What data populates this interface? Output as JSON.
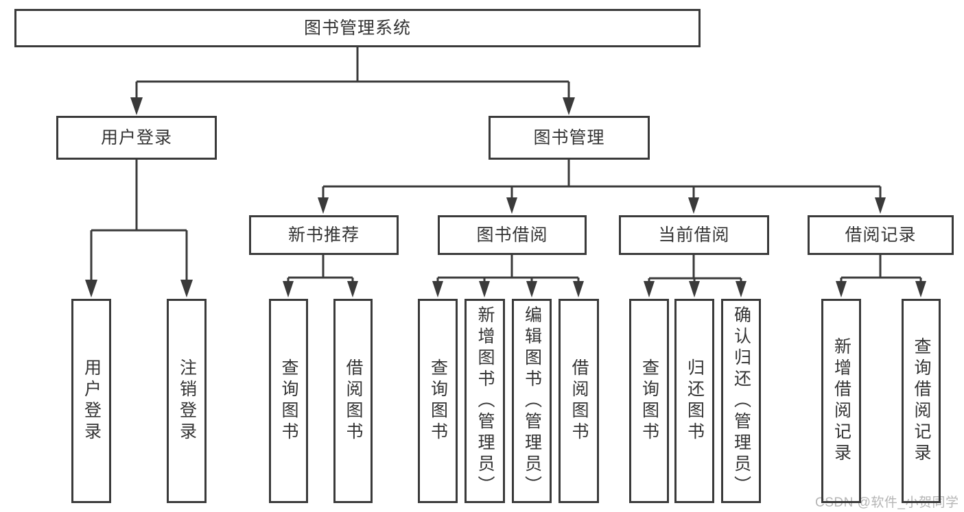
{
  "diagram": {
    "type": "tree",
    "colors": {
      "line": "#3a3a3a",
      "box_border": "#3a3a3a",
      "text": "#333333",
      "background": "#ffffff",
      "watermark_text": "#b5b5b5"
    }
  },
  "tree": {
    "label": "图书管理系统",
    "children": [
      {
        "label": "用户登录",
        "children": [
          {
            "label": "用户登录"
          },
          {
            "label": "注销登录"
          }
        ]
      },
      {
        "label": "图书管理",
        "children": [
          {
            "label": "新书推荐",
            "children": [
              {
                "label": "查询图书"
              },
              {
                "label": "借阅图书"
              }
            ]
          },
          {
            "label": "图书借阅",
            "children": [
              {
                "label": "查询图书"
              },
              {
                "label": "新增图书（管理员）"
              },
              {
                "label": "编辑图书（管理员）"
              },
              {
                "label": "借阅图书"
              }
            ]
          },
          {
            "label": "当前借阅",
            "children": [
              {
                "label": "查询图书"
              },
              {
                "label": "归还图书"
              },
              {
                "label": "确认归还（管理员）"
              }
            ]
          },
          {
            "label": "借阅记录",
            "children": [
              {
                "label": "新增借阅记录"
              },
              {
                "label": "查询借阅记录"
              }
            ]
          }
        ]
      }
    ]
  },
  "watermark": {
    "text": "CSDN @软件_小贺同学"
  }
}
